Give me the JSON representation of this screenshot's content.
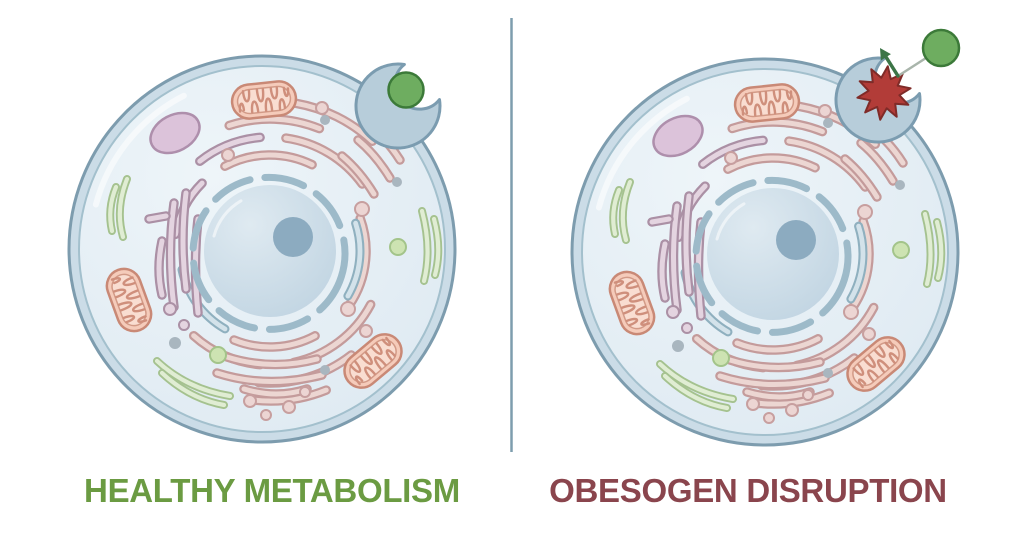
{
  "panels": [
    {
      "id": "healthy-metabolism",
      "label": "HEALTHY METABOLISM",
      "label_color": "#6b9b42",
      "receptor_state": "ligand-bound"
    },
    {
      "id": "obesogen-disruption",
      "label": "OBESOGEN DISRUPTION",
      "label_color": "#8a454d",
      "receptor_state": "receptor-blocked-ligand-deflected"
    }
  ],
  "colors": {
    "ligand_green": "#6ead60",
    "receptor_blue": "#b7cdda",
    "obesogen_red": "#b23c38",
    "deflection_arrow_green": "#3c7547",
    "membrane_outline": "#7d9cae",
    "cytoplasm": "#e4eef5",
    "nucleus": "#c6d8e4",
    "mitochondria": "#f5cbba",
    "divider": "#7e9dae",
    "background": "#ffffff"
  }
}
